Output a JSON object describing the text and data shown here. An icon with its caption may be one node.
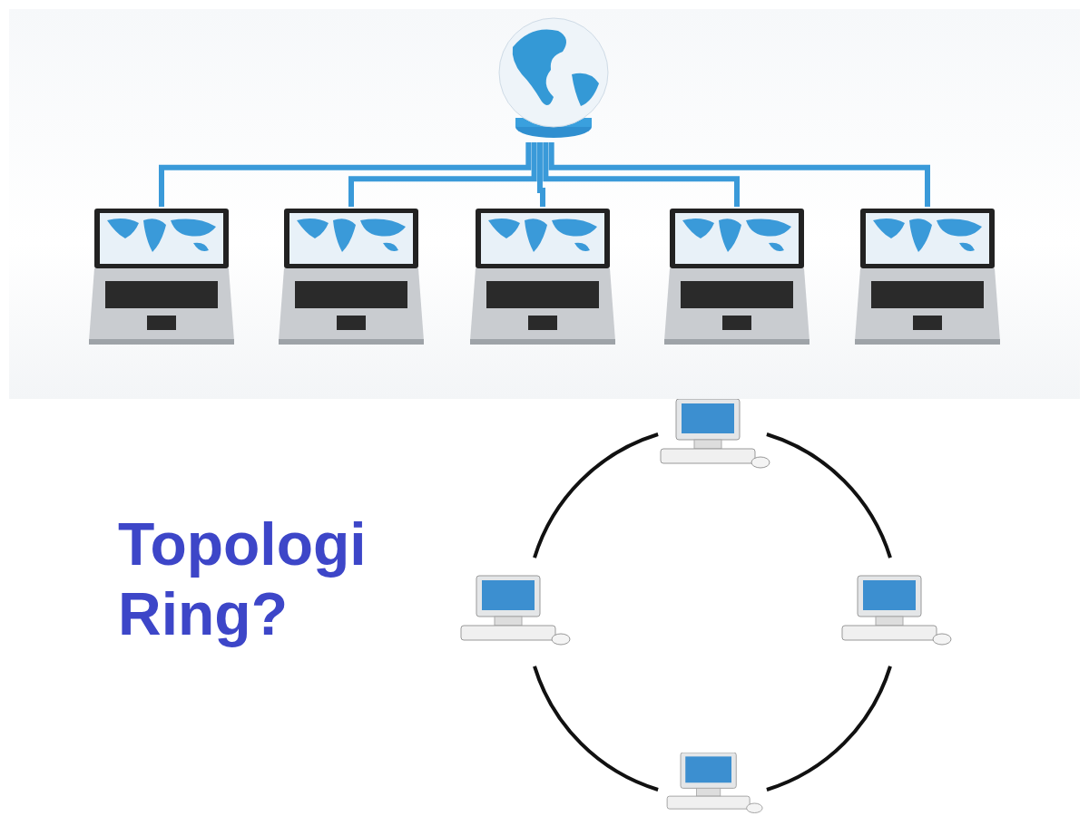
{
  "diagram": {
    "title": "Topologi Ring?",
    "nodes": [
      {
        "text": [],
        "shape": "picture"
      },
      {
        "text": [],
        "shape": "picture"
      },
      {
        "text": [],
        "shape": "picture"
      },
      {
        "text": [],
        "shape": "picture"
      },
      {
        "text": [],
        "shape": "picture"
      },
      {
        "text": [],
        "shape": "picture"
      },
      {
        "text": [],
        "shape": "picture"
      },
      {
        "text": [],
        "shape": "picture"
      },
      {
        "text": [],
        "shape": "picture"
      },
      {
        "text": [],
        "shape": "picture"
      }
    ],
    "edges": [
      {
        "from": 0,
        "to": 1,
        "arrow": "none"
      },
      {
        "from": 0,
        "to": 2,
        "arrow": "none"
      },
      {
        "from": 0,
        "to": 3,
        "arrow": "none"
      },
      {
        "from": 0,
        "to": 4,
        "arrow": "none"
      },
      {
        "from": 0,
        "to": 5,
        "arrow": "none"
      },
      {
        "from": 6,
        "to": 8,
        "arrow": "none",
        "color": "#111111"
      },
      {
        "from": 8,
        "to": 9,
        "arrow": "none",
        "color": "#111111"
      },
      {
        "from": 9,
        "to": 7,
        "arrow": "none",
        "color": "#111111"
      },
      {
        "from": 7,
        "to": 6,
        "arrow": "none",
        "color": "#111111"
      }
    ]
  }
}
